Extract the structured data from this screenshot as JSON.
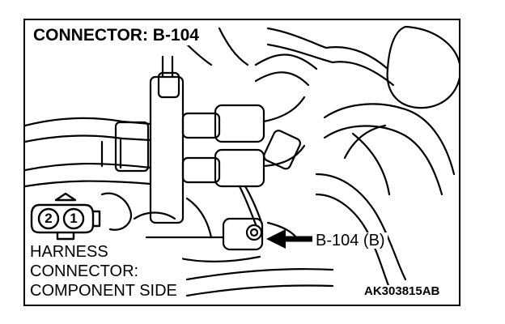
{
  "figure": {
    "title": "CONNECTOR: B-104",
    "harness_label": [
      "HARNESS",
      "CONNECTOR:",
      "COMPONENT SIDE"
    ],
    "callout_label": "B-104 (B)",
    "figure_id": "AK303815AB"
  },
  "connector_icon": {
    "pins": [
      "2",
      "1"
    ]
  },
  "colors": {
    "line": "#000000",
    "background": "#ffffff"
  },
  "icons": [
    "connector-pin-diagram",
    "arrow-left-icon",
    "engine-bay-illustration"
  ]
}
